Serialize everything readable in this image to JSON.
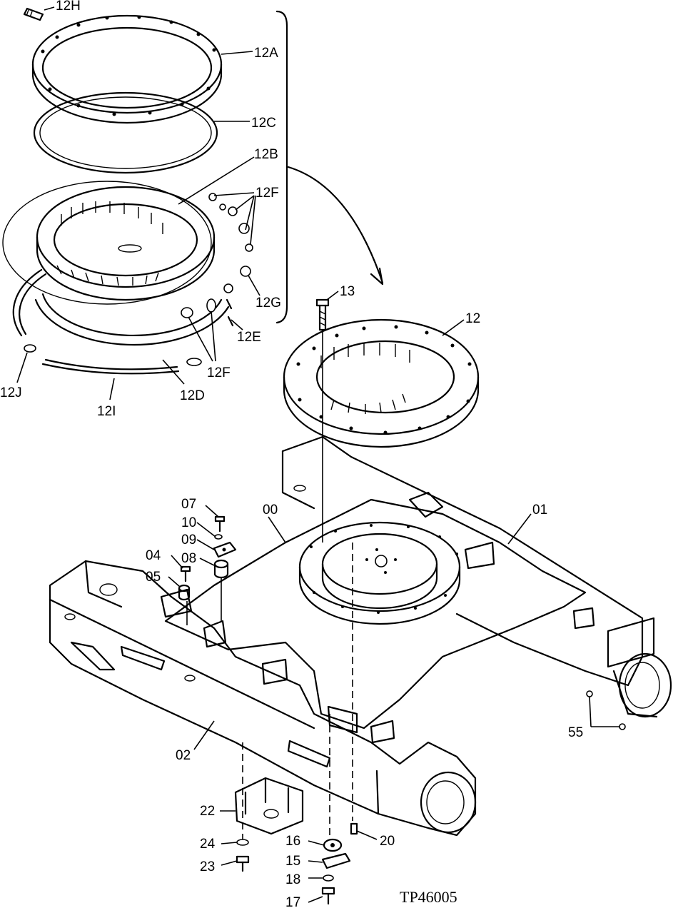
{
  "diagram_code": "TP46005",
  "labels": {
    "l12H": "12H",
    "l12A": "12A",
    "l12C": "12C",
    "l12B": "12B",
    "l12F_top": "12F",
    "l12G": "12G",
    "l12E": "12E",
    "l12F_bot": "12F",
    "l12J": "12J",
    "l12I": "12I",
    "l12D": "12D",
    "l13": "13",
    "l12": "12",
    "l07": "07",
    "l10": "10",
    "l09": "09",
    "l04": "04",
    "l08": "08",
    "l05": "05",
    "l00": "00",
    "l01": "01",
    "l55": "55",
    "l02": "02",
    "l22": "22",
    "l24": "24",
    "l23": "23",
    "l16": "16",
    "l20": "20",
    "l15": "15",
    "l18": "18",
    "l17": "17"
  }
}
